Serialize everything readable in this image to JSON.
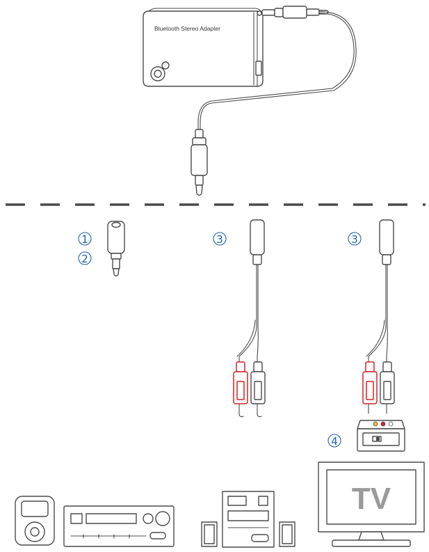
{
  "adapter": {
    "label": "Bluetooth Stereo Adapter"
  },
  "callouts": [
    "1",
    "2",
    "3",
    "3",
    "4"
  ],
  "tv": {
    "label": "TV"
  },
  "colors": {
    "line": "#4a4a4a",
    "callout": "#1a5fb4",
    "rca_red": "#d62020",
    "tv_text": "#9a9a9a"
  }
}
